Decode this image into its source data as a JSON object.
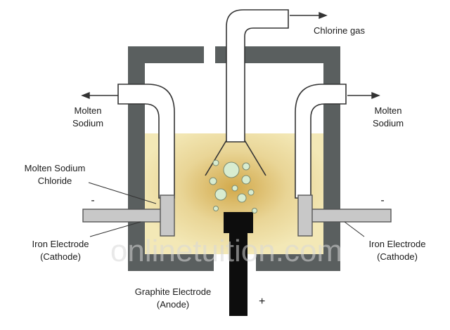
{
  "labels": {
    "chlorine_gas": "Chlorine gas",
    "molten_sodium_left_l1": "Molten",
    "molten_sodium_left_l2": "Sodium",
    "molten_sodium_right_l1": "Molten",
    "molten_sodium_right_l2": "Sodium",
    "molten_nacl_l1": "Molten Sodium",
    "molten_nacl_l2": "Chloride",
    "iron_electrode_left_l1": "Iron Electrode",
    "iron_electrode_left_l2": "(Cathode)",
    "iron_electrode_right_l1": "Iron Electrode",
    "iron_electrode_right_l2": "(Cathode)",
    "graphite_l1": "Graphite Electrode",
    "graphite_l2": "(Anode)",
    "minus_left": "-",
    "minus_right": "-",
    "plus": "+"
  },
  "watermark": "onlinetuition.com",
  "colors": {
    "cell_wall": "#5a5f5f",
    "electrolyte": "#efe0a4",
    "electrolyte_center": "#d9b45a",
    "iron_electrode": "#c8c8c8",
    "graphite": "#0d0d0d",
    "bubble": "#d8ecd0"
  }
}
